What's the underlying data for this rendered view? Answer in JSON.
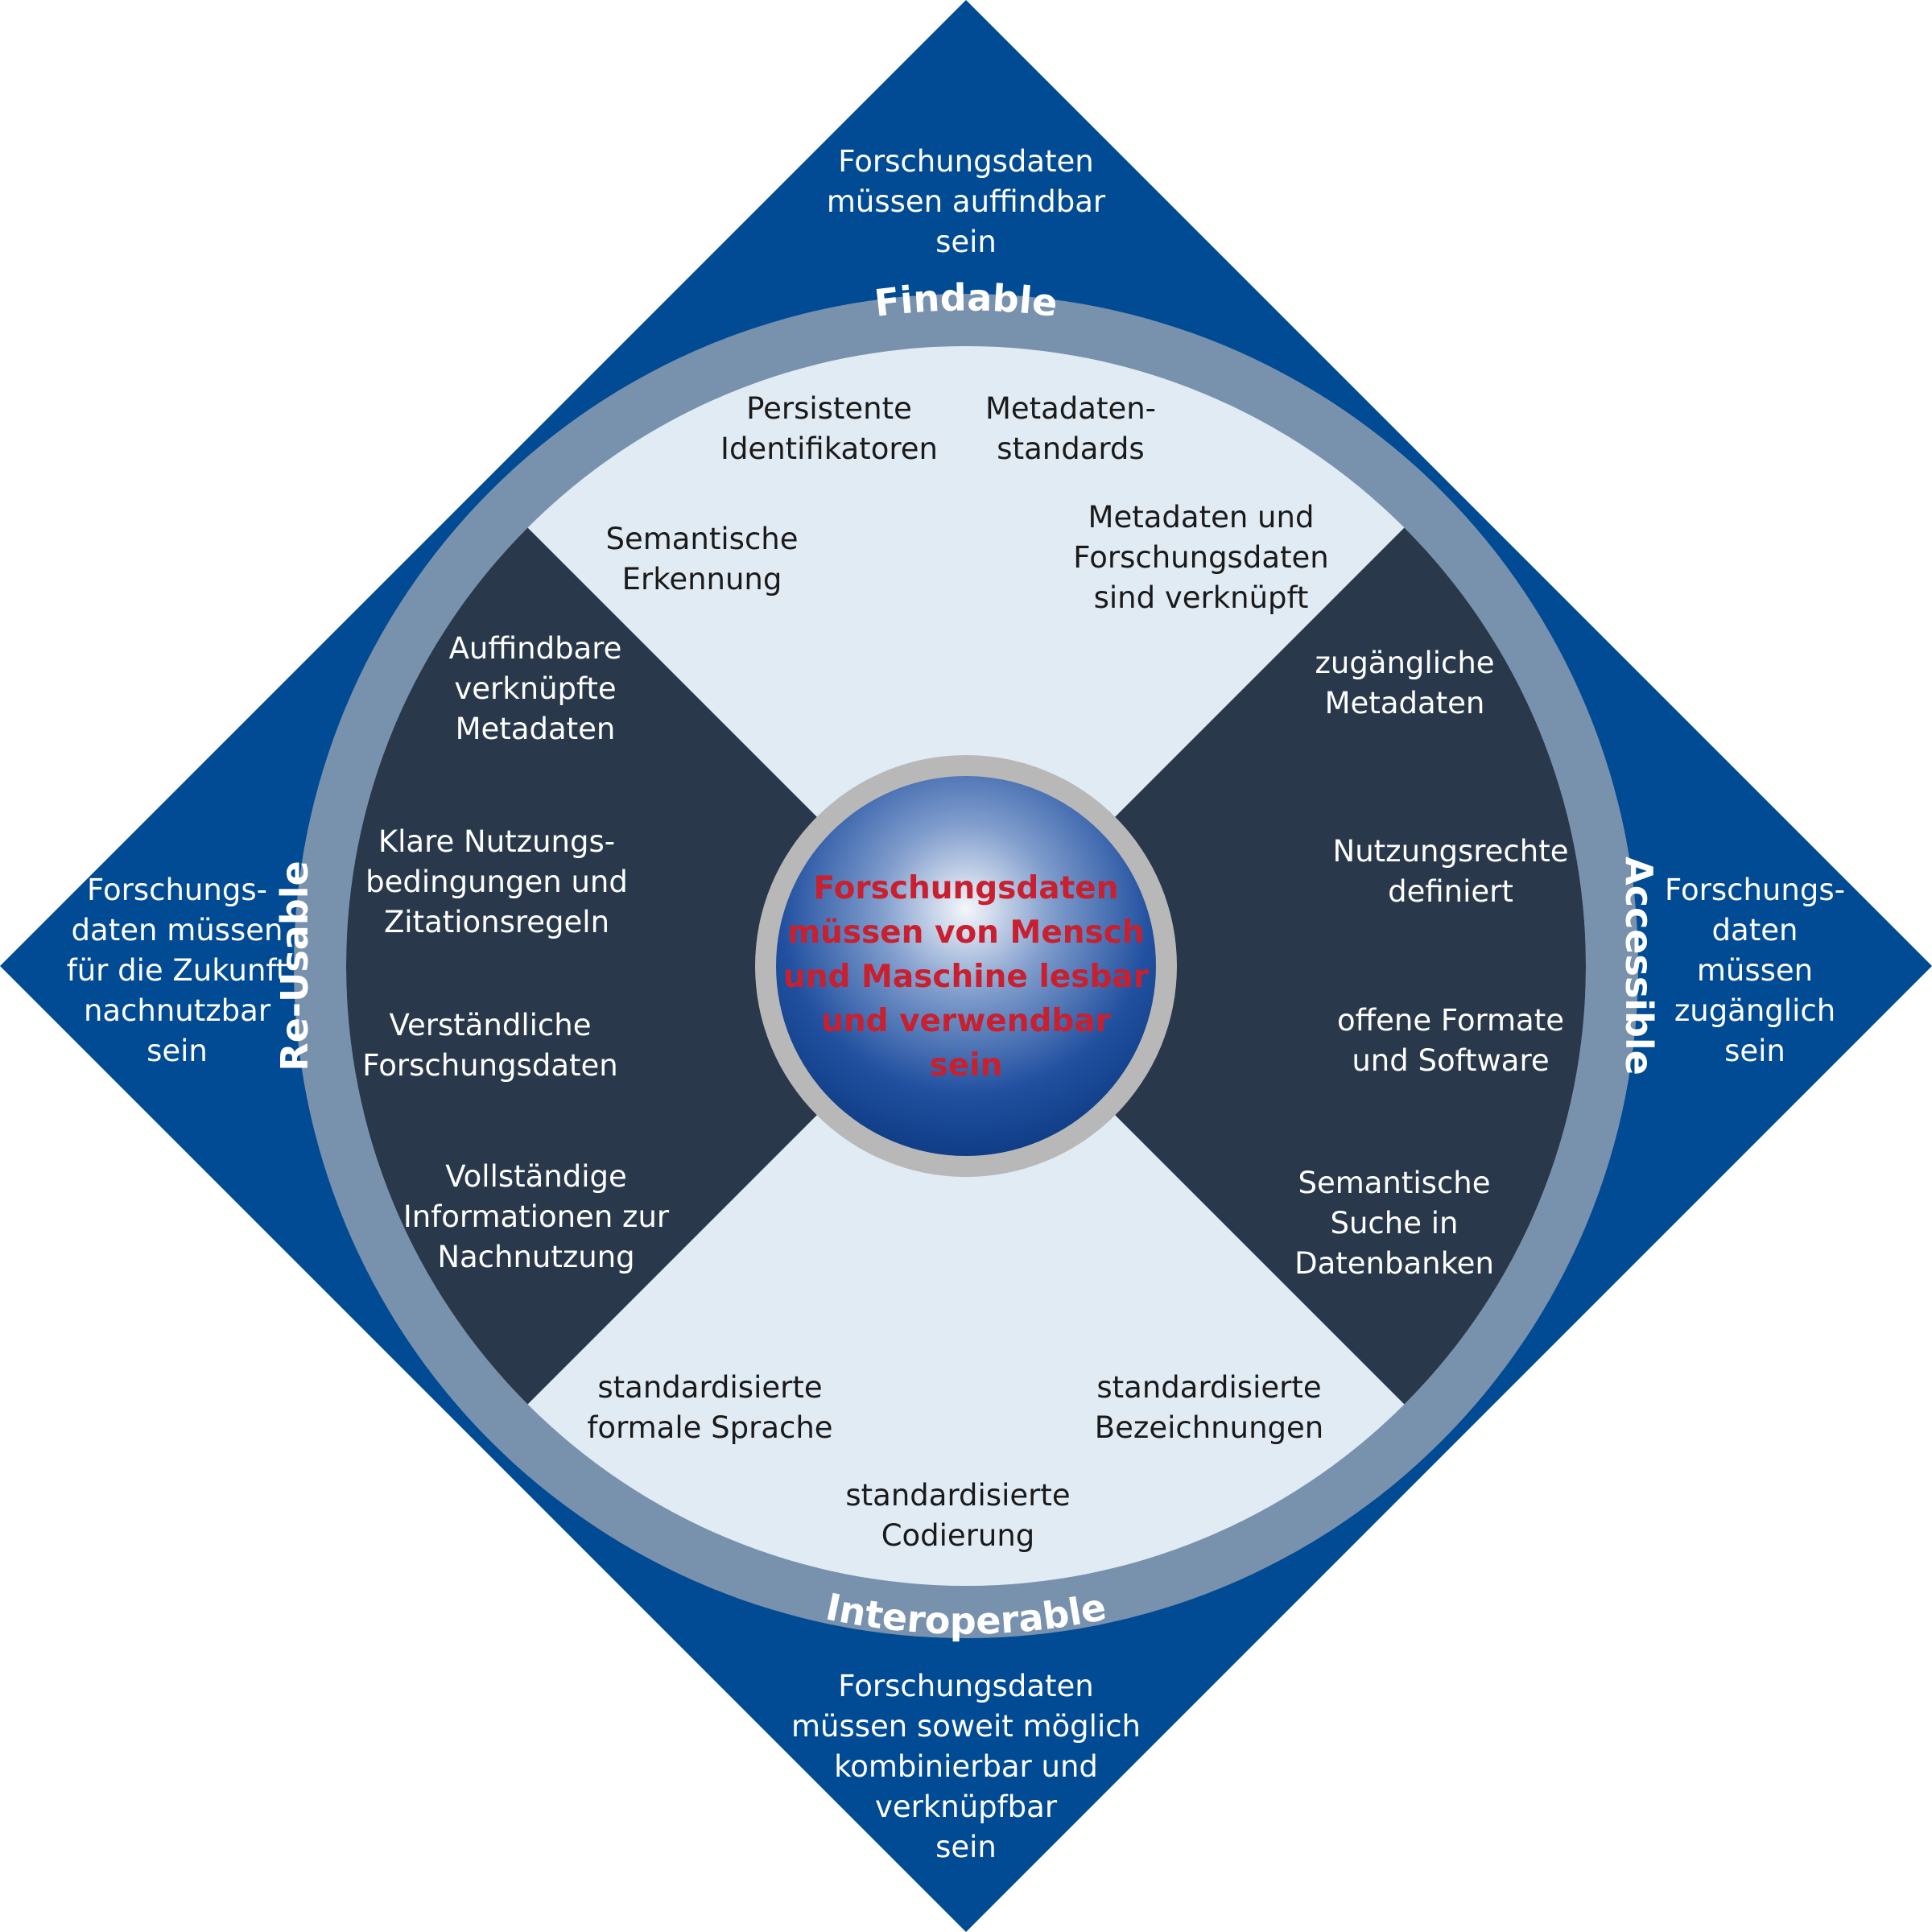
{
  "diagram": {
    "center": {
      "lines": [
        "Forschungsdaten",
        "müssen von Mensch",
        "und Maschine lesbar",
        "und verwendbar",
        "sein"
      ]
    },
    "ring_labels": {
      "findable": "Findable",
      "accessible": "Accessible",
      "interoperable": "Interoperable",
      "reusable": "Re-Usable"
    },
    "outer": {
      "top": [
        "Forschungsdaten",
        "müssen auffindbar",
        "sein"
      ],
      "right": [
        "Forschungs-",
        "daten",
        "müssen",
        "zugänglich",
        "sein"
      ],
      "bottom": [
        "Forschungsdaten",
        "müssen soweit möglich",
        "kombinierbar und",
        "verknüpfbar",
        "sein"
      ],
      "left": [
        "Forschungs-",
        "daten müssen",
        "für die Zukunft",
        "nachnutzbar",
        "sein"
      ]
    },
    "findable_items": [
      [
        "Persistente",
        "Identifikatoren"
      ],
      [
        "Metadaten-",
        "standards"
      ],
      [
        "Semantische",
        "Erkennung"
      ],
      [
        "Metadaten und",
        "Forschungsdaten",
        "sind verknüpft"
      ]
    ],
    "accessible_items": [
      [
        "zugängliche",
        "Metadaten"
      ],
      [
        "Nutzungsrechte",
        "definiert"
      ],
      [
        "offene Formate",
        "und Software"
      ],
      [
        "Semantische",
        "Suche in",
        "Datenbanken"
      ]
    ],
    "interoperable_items": [
      [
        "standardisierte",
        "formale Sprache"
      ],
      [
        "standardisierte",
        "Bezeichnungen"
      ],
      [
        "standardisierte",
        "Codierung"
      ]
    ],
    "reusable_items": [
      [
        "Auffindbare",
        "verknüpfte",
        "Metadaten"
      ],
      [
        "Klare Nutzungs-",
        "bedingungen und",
        "Zitationsregeln"
      ],
      [
        "Verständliche",
        "Forschungsdaten"
      ],
      [
        "Vollständige",
        "Informationen zur",
        "Nachnutzung"
      ]
    ],
    "colors": {
      "diamond": "#004b93",
      "ring": "#7892ae",
      "light_sector": "#e1ebf4",
      "dark_sector": "#29394b",
      "center_ring": "#b8b8b8",
      "center_text": "#c8202f"
    }
  }
}
